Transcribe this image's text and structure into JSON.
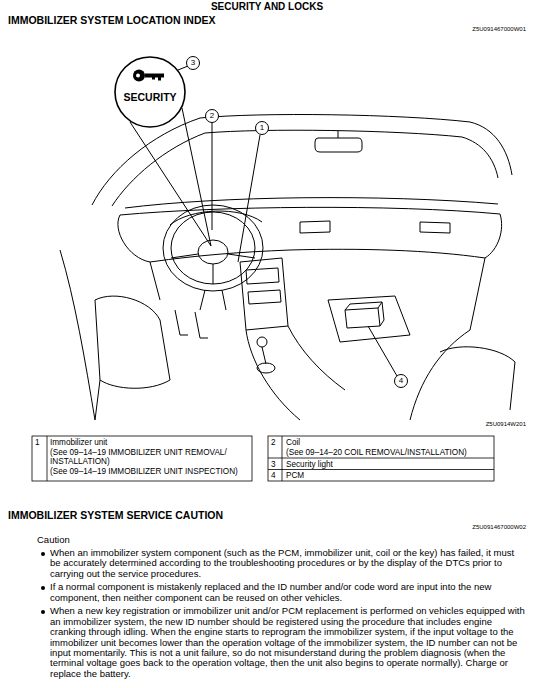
{
  "diagram": {
    "title": "IMMOBILIZER SYSTEM LOCATION INDEX",
    "nodes": [
      {
        "text": [
          "SECURITY"
        ]
      }
    ],
    "labels": [
      "SECURITY AND LOCKS",
      "Z5U091467000W01",
      "3",
      "2",
      "1",
      "4",
      "Z5U0914W201",
      "1",
      "Immobilizer unit",
      "(See 09–14–19 IMMOBILIZER UNIT REMOVAL/ INSTALLATION)",
      "(See 09–14–19 IMMOBILIZER UNIT INSPECTION)",
      "2",
      "Coil",
      "(See 09–14–20 COIL REMOVAL/INSTALLATION)",
      "3",
      "Security light",
      "4",
      "PCM",
      "IMMOBILIZER SYSTEM SERVICE CAUTION",
      "Z5U091467000W02",
      "Caution",
      "When an immobilizer system component (such as the PCM, immobilizer unit, coil or the key) has failed, it must be accurately determined according to the troubleshooting procedures or by the display of the DTCs prior to carrying out the service procedures.",
      "If a normal component is mistakenly replaced and the ID number and/or code word are input into the new component, then neither component can be reused on other vehicles.",
      "When a new key registration or immobilizer unit and/or PCM replacement is performed on vehicles equipped with an immobilizer system, the new ID number should be registered using the procedure that includes engine cranking through idling. When the engine starts to reprogram the immobilizer system, if the input voltage to the immobilizer unit becomes lower than the operation voltage of the immobilizer system, the ID number can not be input momentarily. This is not a unit failure, so do not misunderstand during the problem diagnosis (when the terminal voltage goes back to the operation voltage, then the unit also begins to operate normally). Charge or replace the battery."
    ]
  }
}
